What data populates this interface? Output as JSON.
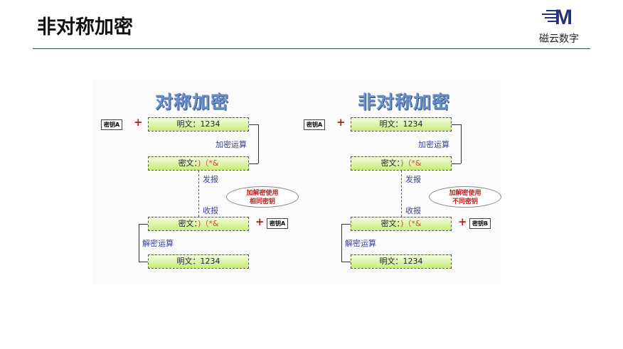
{
  "header": {
    "title": "非对称加密",
    "logo_text": "磁云数字",
    "logo_mark": "M"
  },
  "panels": [
    {
      "title": "对称加密",
      "key1": "密钥A",
      "key2": "密钥A",
      "plain1": "明文：1234",
      "cipher_label": "密文：",
      "cipher_value": ")（*&",
      "plain2": "明文：1234",
      "encrypt": "加密运算",
      "send": "发报",
      "receive": "收报",
      "decrypt": "解密运算",
      "bubble1": "加解密使用",
      "bubble2": "相同密钥",
      "plus": "+"
    },
    {
      "title": "非对称加密",
      "key1": "密钥A",
      "key2": "密钥B",
      "plain1": "明文：1234",
      "cipher_label": "密文：",
      "cipher_value": ")（*&",
      "plain2": "明文：1234",
      "encrypt": "加密运算",
      "send": "发报",
      "receive": "收报",
      "decrypt": "解密运算",
      "bubble1": "加解密使用",
      "bubble2": "不同密钥",
      "plus": "+"
    }
  ]
}
